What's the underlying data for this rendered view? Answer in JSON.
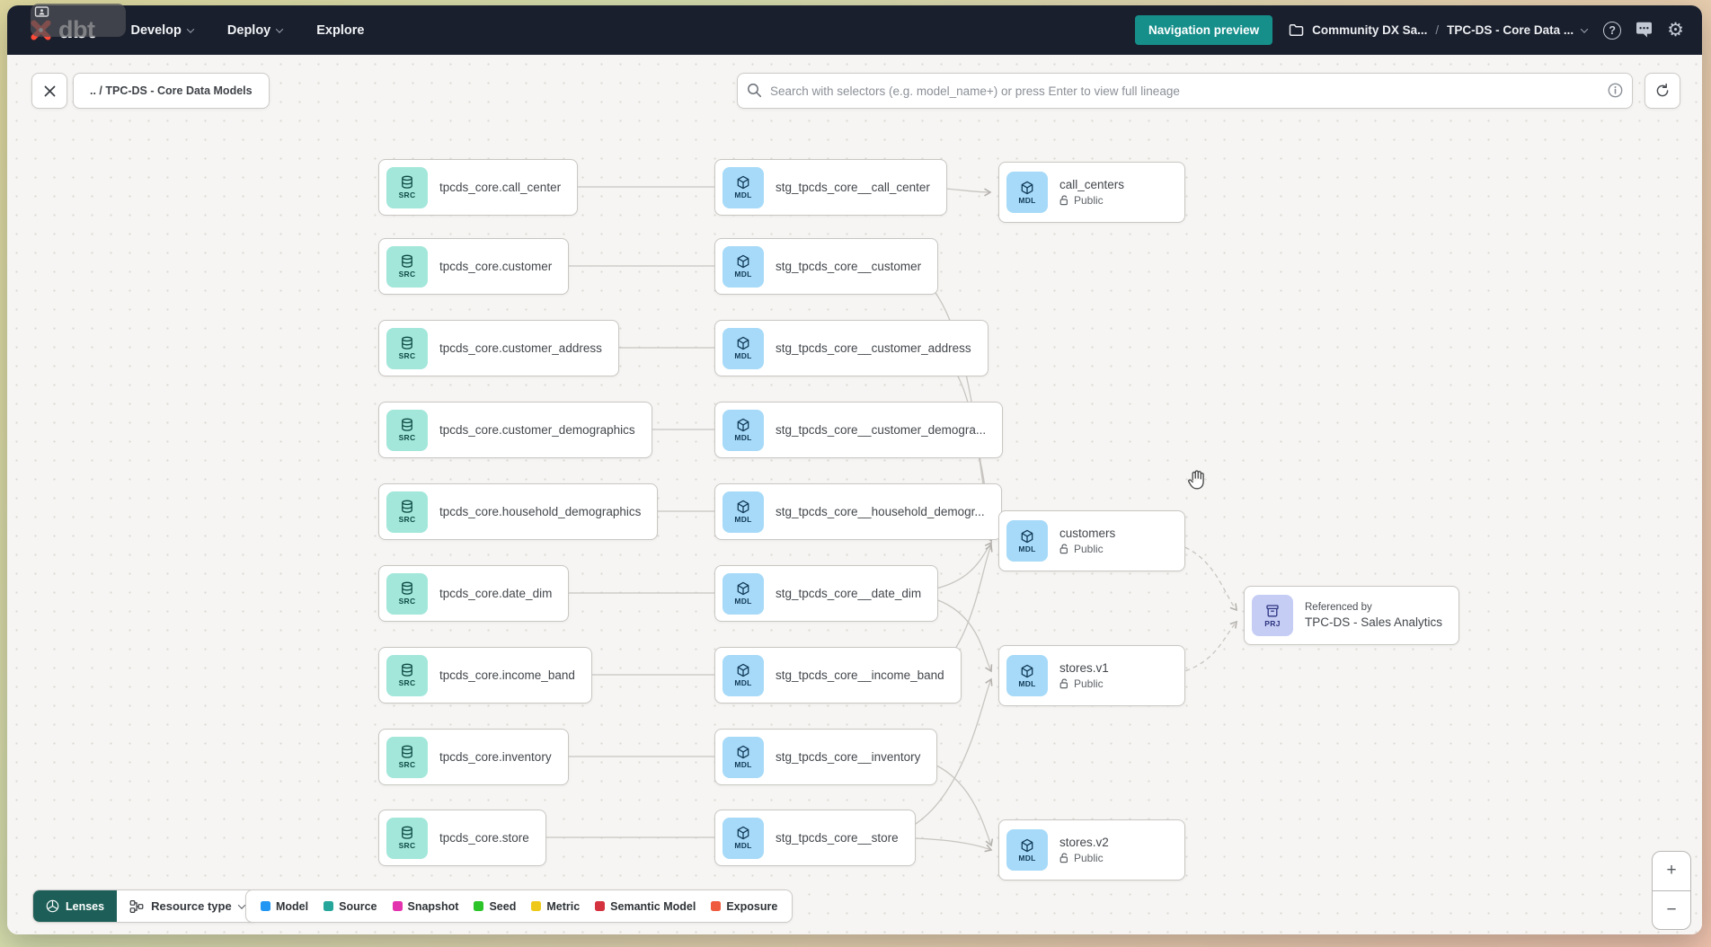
{
  "nav": {
    "brand": "dbt",
    "items": [
      {
        "label": "Develop",
        "has_chevron": true
      },
      {
        "label": "Deploy",
        "has_chevron": true
      },
      {
        "label": "Explore",
        "has_chevron": false
      }
    ],
    "preview_button": "Navigation preview",
    "breadcrumb": {
      "project": "Community DX Sa...",
      "separator": "/",
      "page": "TPC-DS - Core Data ..."
    },
    "help_glyph": "?",
    "gear_glyph": "⚙"
  },
  "toolbar": {
    "breadcrumb_chip": ".. / TPC-DS - Core Data Models",
    "search_placeholder": "Search with selectors (e.g. model_name+) or press Enter to view full lineage"
  },
  "graph": {
    "src_nodes": [
      {
        "badge": "SRC",
        "label": "tpcds_core.call_center"
      },
      {
        "badge": "SRC",
        "label": "tpcds_core.customer"
      },
      {
        "badge": "SRC",
        "label": "tpcds_core.customer_address"
      },
      {
        "badge": "SRC",
        "label": "tpcds_core.customer_demographics"
      },
      {
        "badge": "SRC",
        "label": "tpcds_core.household_demographics"
      },
      {
        "badge": "SRC",
        "label": "tpcds_core.date_dim"
      },
      {
        "badge": "SRC",
        "label": "tpcds_core.income_band"
      },
      {
        "badge": "SRC",
        "label": "tpcds_core.inventory"
      },
      {
        "badge": "SRC",
        "label": "tpcds_core.store"
      }
    ],
    "mdl_nodes": [
      {
        "badge": "MDL",
        "label": "stg_tpcds_core__call_center"
      },
      {
        "badge": "MDL",
        "label": "stg_tpcds_core__customer"
      },
      {
        "badge": "MDL",
        "label": "stg_tpcds_core__customer_address"
      },
      {
        "badge": "MDL",
        "label": "stg_tpcds_core__customer_demogra..."
      },
      {
        "badge": "MDL",
        "label": "stg_tpcds_core__household_demogr..."
      },
      {
        "badge": "MDL",
        "label": "stg_tpcds_core__date_dim"
      },
      {
        "badge": "MDL",
        "label": "stg_tpcds_core__income_band"
      },
      {
        "badge": "MDL",
        "label": "stg_tpcds_core__inventory"
      },
      {
        "badge": "MDL",
        "label": "stg_tpcds_core__store"
      }
    ],
    "public_nodes": [
      {
        "badge": "MDL",
        "label": "call_centers",
        "visibility": "Public"
      },
      {
        "badge": "MDL",
        "label": "customers",
        "visibility": "Public"
      },
      {
        "badge": "MDL",
        "label": "stores.v1",
        "visibility": "Public"
      },
      {
        "badge": "MDL",
        "label": "stores.v2",
        "visibility": "Public"
      }
    ],
    "project_node": {
      "badge": "PRJ",
      "title": "Referenced by",
      "label": "TPC-DS - Sales Analytics"
    }
  },
  "footer": {
    "lenses_label": "Lenses",
    "resource_type_label": "Resource type",
    "legend": [
      {
        "label": "Model",
        "color": "#2196f3"
      },
      {
        "label": "Source",
        "color": "#26a69a"
      },
      {
        "label": "Snapshot",
        "color": "#e332ae"
      },
      {
        "label": "Seed",
        "color": "#2cc428"
      },
      {
        "label": "Metric",
        "color": "#eec919"
      },
      {
        "label": "Semantic Model",
        "color": "#d4323e"
      },
      {
        "label": "Exposure",
        "color": "#ef5b3e"
      }
    ]
  },
  "zoom_controls": {
    "zoom_in": "+",
    "zoom_out": "−"
  }
}
